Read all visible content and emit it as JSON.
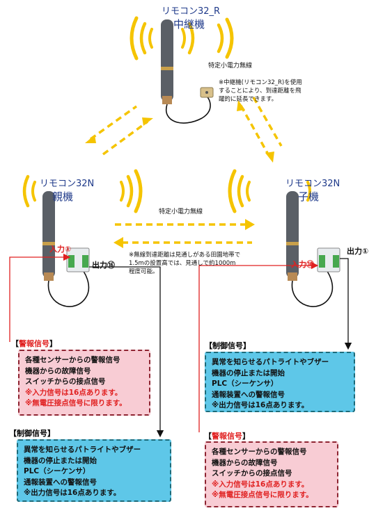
{
  "relay": {
    "name": "リモコン32_R",
    "role": "中継機"
  },
  "parent": {
    "name": "リモコン32N",
    "role": "親機"
  },
  "child": {
    "name": "リモコン32N",
    "role": "子機"
  },
  "radio_label_top": "特定小電力無線",
  "radio_label_mid": "特定小電力無線",
  "relay_note": [
    "※中継機(リモコン32_R)を使用",
    "することにより、到達距離を飛",
    "躍的に延長できます。"
  ],
  "range_note": [
    "※無線到達距離は見通しがある田園地帯で",
    "1.5mの設置高では、見通しで約1000m",
    "程度可能。"
  ],
  "parent_io": {
    "input": "入力①",
    "output": "出力⑯"
  },
  "child_io": {
    "input": "入力⑯",
    "output": "出力①"
  },
  "left_alarm": {
    "title_open": "【",
    "title_text": "警報信号",
    "title_close": "】",
    "lines": [
      "各種センサーからの警報信号",
      "機器からの故障信号",
      "スイッチからの接点信号"
    ],
    "notes": [
      "※入力信号は16点あります。",
      "※無電圧接点信号に限ります。"
    ]
  },
  "left_control": {
    "title": "【制御信号】",
    "lines": [
      "異常を知らせるパトライトやブザー",
      "機器の停止または開始",
      "PLC（シーケンサ）",
      "通報装置への警報信号",
      "※出力信号は16点あります。"
    ]
  },
  "right_control": {
    "title": "【制御信号】",
    "lines": [
      "異常を知らせるパトライトやブザー",
      "機器の停止または開始",
      "PLC（シーケンサ）",
      "通報装置への警報信号",
      "※出力信号は16点あります。"
    ]
  },
  "right_alarm": {
    "title_open": "【",
    "title_text": "警報信号",
    "title_close": "】",
    "lines": [
      "各種センサーからの警報信号",
      "機器からの故障信号",
      "スイッチからの接点信号"
    ],
    "notes": [
      "※入力信号は16点あります。",
      "※無電圧接点信号に限ります。"
    ]
  },
  "colors": {
    "wave": "#f5c400",
    "dashed_arrow": "#f5c400",
    "antenna": "#5a5f66",
    "alarm_bg": "#f8ccd4",
    "control_bg": "#5ec7e8",
    "signal_red": "#e02020"
  }
}
